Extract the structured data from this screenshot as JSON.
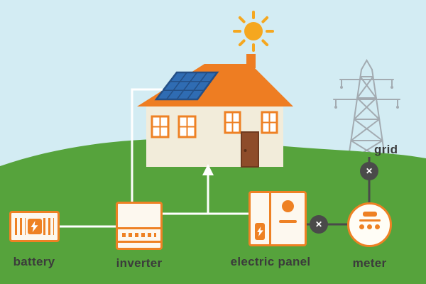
{
  "diagram": {
    "type": "solar-energy-system-diagram",
    "labels": {
      "battery": "battery",
      "inverter": "inverter",
      "electric_panel": "electric panel",
      "meter": "meter",
      "grid": "grid"
    },
    "nodes": {
      "symbol": "✕"
    },
    "colors": {
      "sky": "#d3ecf3",
      "grass": "#56a33c",
      "accent_orange": "#ee8124",
      "roof_orange": "#ee7d22",
      "house_wall": "#f2ecda",
      "solar_panel_blue": "#2f6cb3",
      "solar_panel_grid": "#244f86",
      "door_brown": "#8e4c2a",
      "wire_white": "#ffffff",
      "wire_dark": "#4a4a4a",
      "node_gray": "#4a4a4a",
      "sun": "#f5a71f",
      "tower_gray": "#a3abb1",
      "text": "#3b3b3b"
    }
  }
}
